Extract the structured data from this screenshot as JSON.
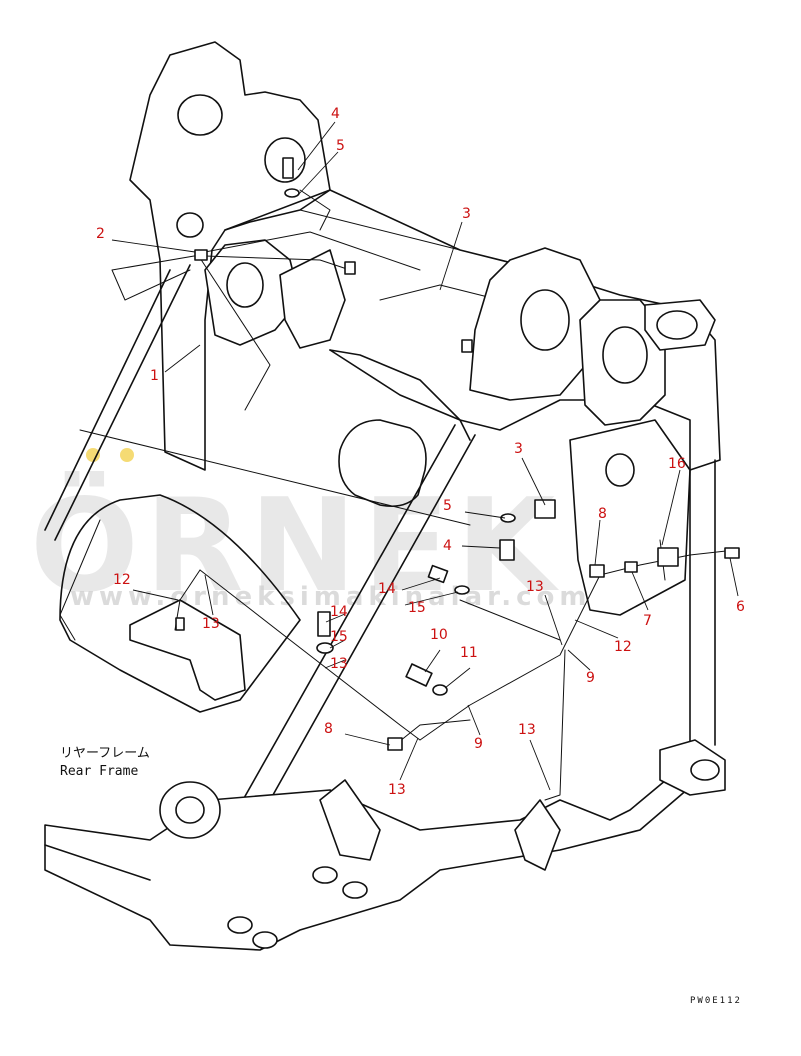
{
  "diagram": {
    "callouts": [
      {
        "id": "c4a",
        "text": "4"
      },
      {
        "id": "c5a",
        "text": "5"
      },
      {
        "id": "c3a",
        "text": "3"
      },
      {
        "id": "c2",
        "text": "2"
      },
      {
        "id": "c1",
        "text": "1"
      },
      {
        "id": "c3b",
        "text": "3"
      },
      {
        "id": "c16",
        "text": "16"
      },
      {
        "id": "c5b",
        "text": "5"
      },
      {
        "id": "c8a",
        "text": "8"
      },
      {
        "id": "c4b",
        "text": "4"
      },
      {
        "id": "c12a",
        "text": "12"
      },
      {
        "id": "c13a",
        "text": "13"
      },
      {
        "id": "c14a",
        "text": "14"
      },
      {
        "id": "c15a",
        "text": "15"
      },
      {
        "id": "c13b",
        "text": "13"
      },
      {
        "id": "c7",
        "text": "7"
      },
      {
        "id": "c6",
        "text": "6"
      },
      {
        "id": "c12b",
        "text": "12"
      },
      {
        "id": "c14b",
        "text": "14"
      },
      {
        "id": "c15b",
        "text": "15"
      },
      {
        "id": "c13c",
        "text": "13"
      },
      {
        "id": "c10",
        "text": "10"
      },
      {
        "id": "c11",
        "text": "11"
      },
      {
        "id": "c9a",
        "text": "9"
      },
      {
        "id": "c9b",
        "text": "9"
      },
      {
        "id": "c8b",
        "text": "8"
      },
      {
        "id": "c13d",
        "text": "13"
      },
      {
        "id": "c13e",
        "text": "13"
      }
    ],
    "caption_jp": "リヤーフレーム",
    "caption_en": "Rear Frame",
    "drawing_code": "PW0E112"
  },
  "watermark": {
    "brand": "ÖRNEK",
    "site": "www.orneksimakinalar.com.tr"
  },
  "colors": {
    "callout": "#cc1111",
    "line": "#111111",
    "watermark": "#d9d9d9",
    "watermark_accent": "#f2cf45"
  }
}
